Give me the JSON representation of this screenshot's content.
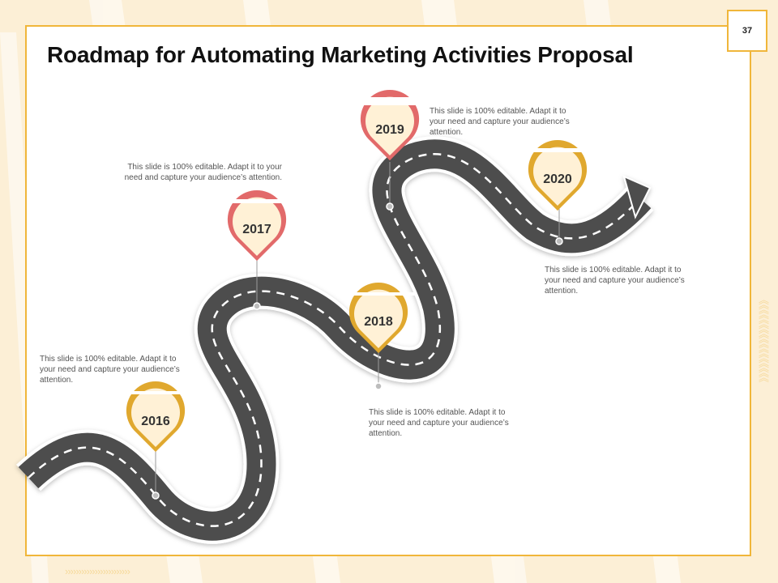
{
  "page": {
    "number": "37"
  },
  "title": "Roadmap for Automating Marketing Activities Proposal",
  "colors": {
    "accent": "#f0b63a",
    "road": "#4d4d4d",
    "pin_red": "#e26a6a",
    "pin_red_top": "#e03a2f",
    "pin_gold": "#e0a82e",
    "pin_fill": "#fff1d6"
  },
  "milestones": [
    {
      "year": "2016",
      "text": "This slide is 100% editable. Adapt it to your need and capture your audience’s attention.",
      "color": "gold"
    },
    {
      "year": "2017",
      "text": "This slide is 100% editable. Adapt it to your need and capture your audience’s attention.",
      "color": "red"
    },
    {
      "year": "2018",
      "text": "This slide is 100% editable. Adapt it to your need and capture your audience’s attention.",
      "color": "gold"
    },
    {
      "year": "2019",
      "text": "This slide is 100% editable. Adapt it to your need and capture your audience’s attention.",
      "color": "red"
    },
    {
      "year": "2020",
      "text": "This slide is 100% editable. Adapt it to your need and capture your audience’s attention.",
      "color": "gold"
    }
  ]
}
